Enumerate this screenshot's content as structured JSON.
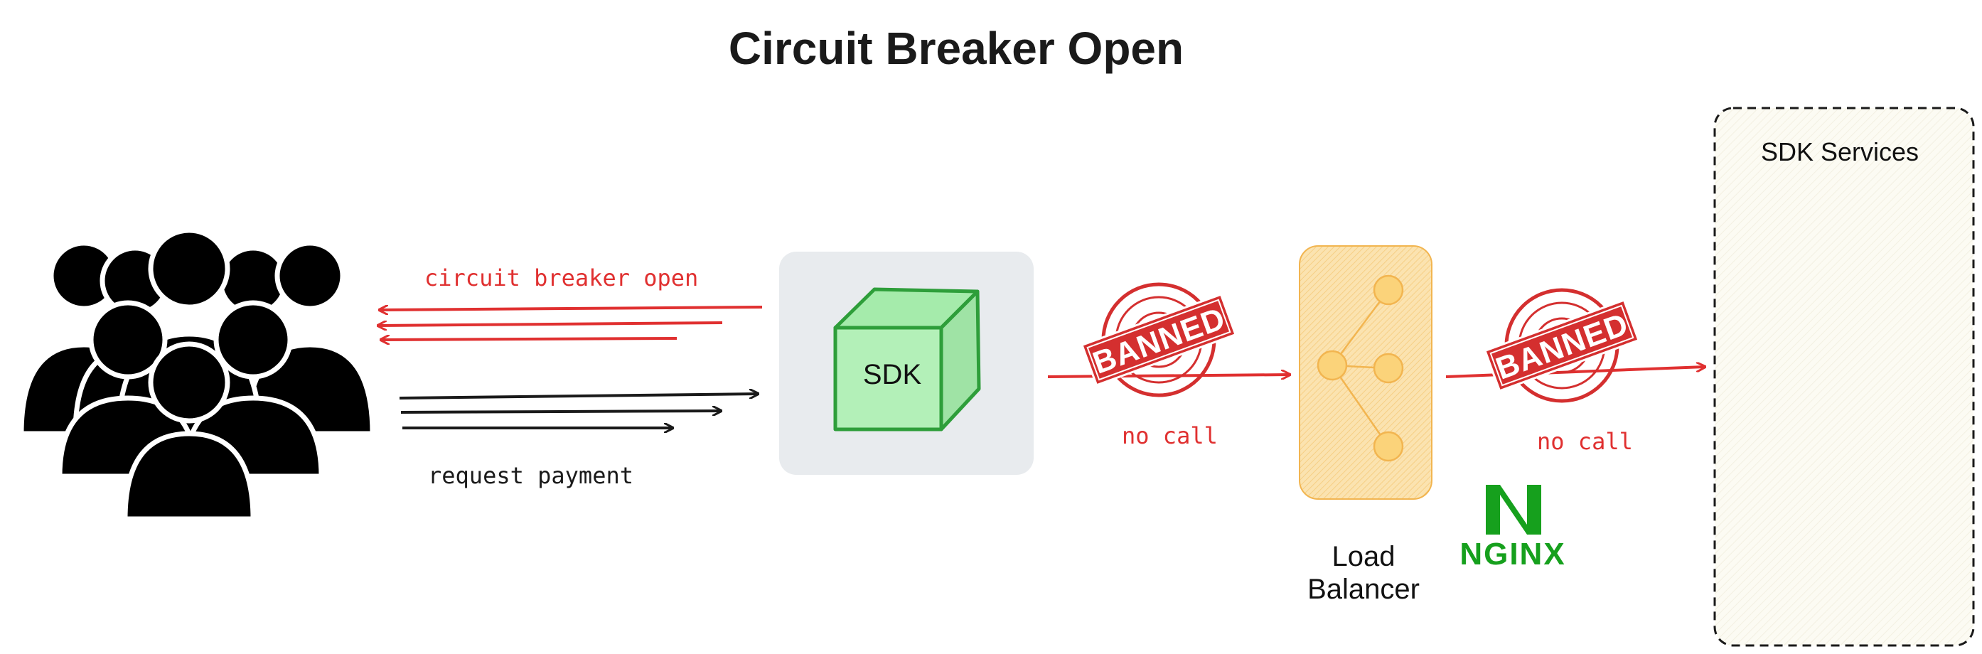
{
  "title": "Circuit Breaker Open",
  "sdk": {
    "label": "SDK"
  },
  "load_balancer": {
    "line1": "Load",
    "line2": "Balancer"
  },
  "sdk_services": {
    "label": "SDK Services"
  },
  "arrows": {
    "circuit_breaker_label": "circuit breaker open",
    "request_label": "request payment",
    "no_call_label_1": "no call",
    "no_call_label_2": "no call"
  },
  "stamps": {
    "banned_1": "BANNED",
    "banned_2": "BANNED"
  },
  "logo": {
    "nginx": "NGINX"
  },
  "colors": {
    "red": "#e03030",
    "black": "#1a1a1a",
    "sdk_green": "#2e9e3a",
    "sdk_fill": "#b3f0b8",
    "sdk_panel": "#e8ebee",
    "lb_fill": "#fbe0a8",
    "lb_stroke": "#f2b550",
    "services_fill": "#fcfbf3",
    "nginx_green": "#16a01d",
    "banned_red": "#d42f2f"
  },
  "icons": [
    "people-group-icon",
    "cube-icon",
    "load-balancer-tree-icon",
    "banned-stamp-icon",
    "nginx-logo"
  ]
}
